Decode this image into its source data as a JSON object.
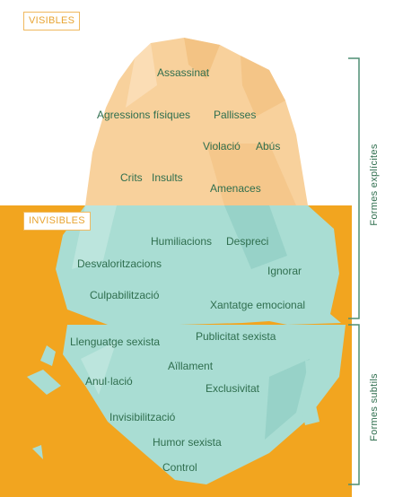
{
  "tags": {
    "visible": "VISIBLES",
    "invisible": "INVISIBLES"
  },
  "side_labels": {
    "explicit": "Formes explícites",
    "subtle": "Formes subtils"
  },
  "visible_terms": {
    "assassinat": "Assassinat",
    "agressions": "Agressions físiques",
    "pallisses": "Pallisses",
    "violacio": "Violació",
    "abus": "Abús",
    "crits": "Crits",
    "insults": "Insults",
    "amenaces": "Amenaces"
  },
  "invisible_terms": {
    "humiliacions": "Humiliacions",
    "despreci": "Despreci",
    "desvaloritzacions": "Desvaloritzacions",
    "ignorar": "Ignorar",
    "culpabilitzacio": "Culpabilització",
    "xantatge": "Xantatge emocional"
  },
  "subtle_terms": {
    "llenguatge": "Llenguatge sexista",
    "publicitat": "Publicitat sexista",
    "aillament": "Aïllament",
    "anulacio": "Anul·lació",
    "exclusivitat": "Exclusivitat",
    "invisibilitzacio": "Invisibilització",
    "humor": "Humor sexista",
    "control": "Control"
  },
  "colors": {
    "sea": "#f2a51f",
    "ice_above": "#f8d19c",
    "ice_above_dark": "#f1bd7a",
    "ice_below": "#a9ddd3",
    "ice_below_dark": "#8ccbc1",
    "text": "#2f6e4e",
    "tag": "#e8a432",
    "bracket": "#4f8d73"
  }
}
